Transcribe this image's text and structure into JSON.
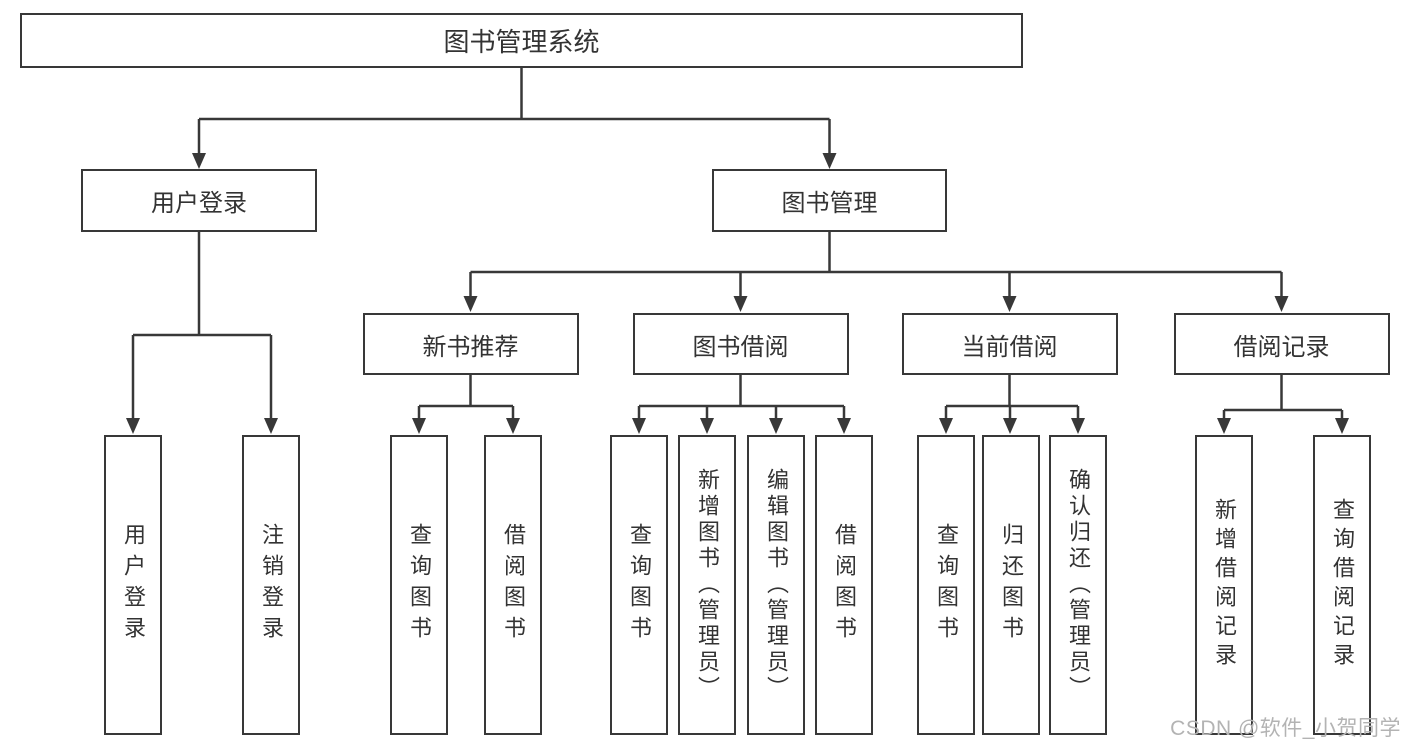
{
  "diagram_title": "图书管理系统",
  "nodes": {
    "root": {
      "label": "图书管理系统"
    },
    "level2": [
      {
        "label": "用户登录",
        "parent": "图书管理系统"
      },
      {
        "label": "图书管理",
        "parent": "图书管理系统"
      }
    ],
    "level3": [
      {
        "label": "新书推荐",
        "parent": "图书管理"
      },
      {
        "label": "图书借阅",
        "parent": "图书管理"
      },
      {
        "label": "当前借阅",
        "parent": "图书管理"
      },
      {
        "label": "借阅记录",
        "parent": "图书管理"
      }
    ],
    "leaves": [
      {
        "label": "用户登录",
        "parent": "用户登录"
      },
      {
        "label": "注销登录",
        "parent": "用户登录"
      },
      {
        "label": "查询图书",
        "parent": "新书推荐"
      },
      {
        "label": "借阅图书",
        "parent": "新书推荐"
      },
      {
        "label": "查询图书",
        "parent": "图书借阅"
      },
      {
        "label": "新增图书（管理员）",
        "parent": "图书借阅"
      },
      {
        "label": "编辑图书（管理员）",
        "parent": "图书借阅"
      },
      {
        "label": "借阅图书",
        "parent": "图书借阅"
      },
      {
        "label": "查询图书",
        "parent": "当前借阅"
      },
      {
        "label": "归还图书",
        "parent": "当前借阅"
      },
      {
        "label": "确认归还（管理员）",
        "parent": "当前借阅"
      },
      {
        "label": "新增借阅记录",
        "parent": "借阅记录"
      },
      {
        "label": "查询借阅记录",
        "parent": "借阅记录"
      }
    ]
  },
  "watermark": {
    "text": "CSDN @软件_小贺同学"
  },
  "colors": {
    "line": "#383838",
    "text": "#333333",
    "watermark": "#b3b3b3",
    "background": "#ffffff"
  }
}
